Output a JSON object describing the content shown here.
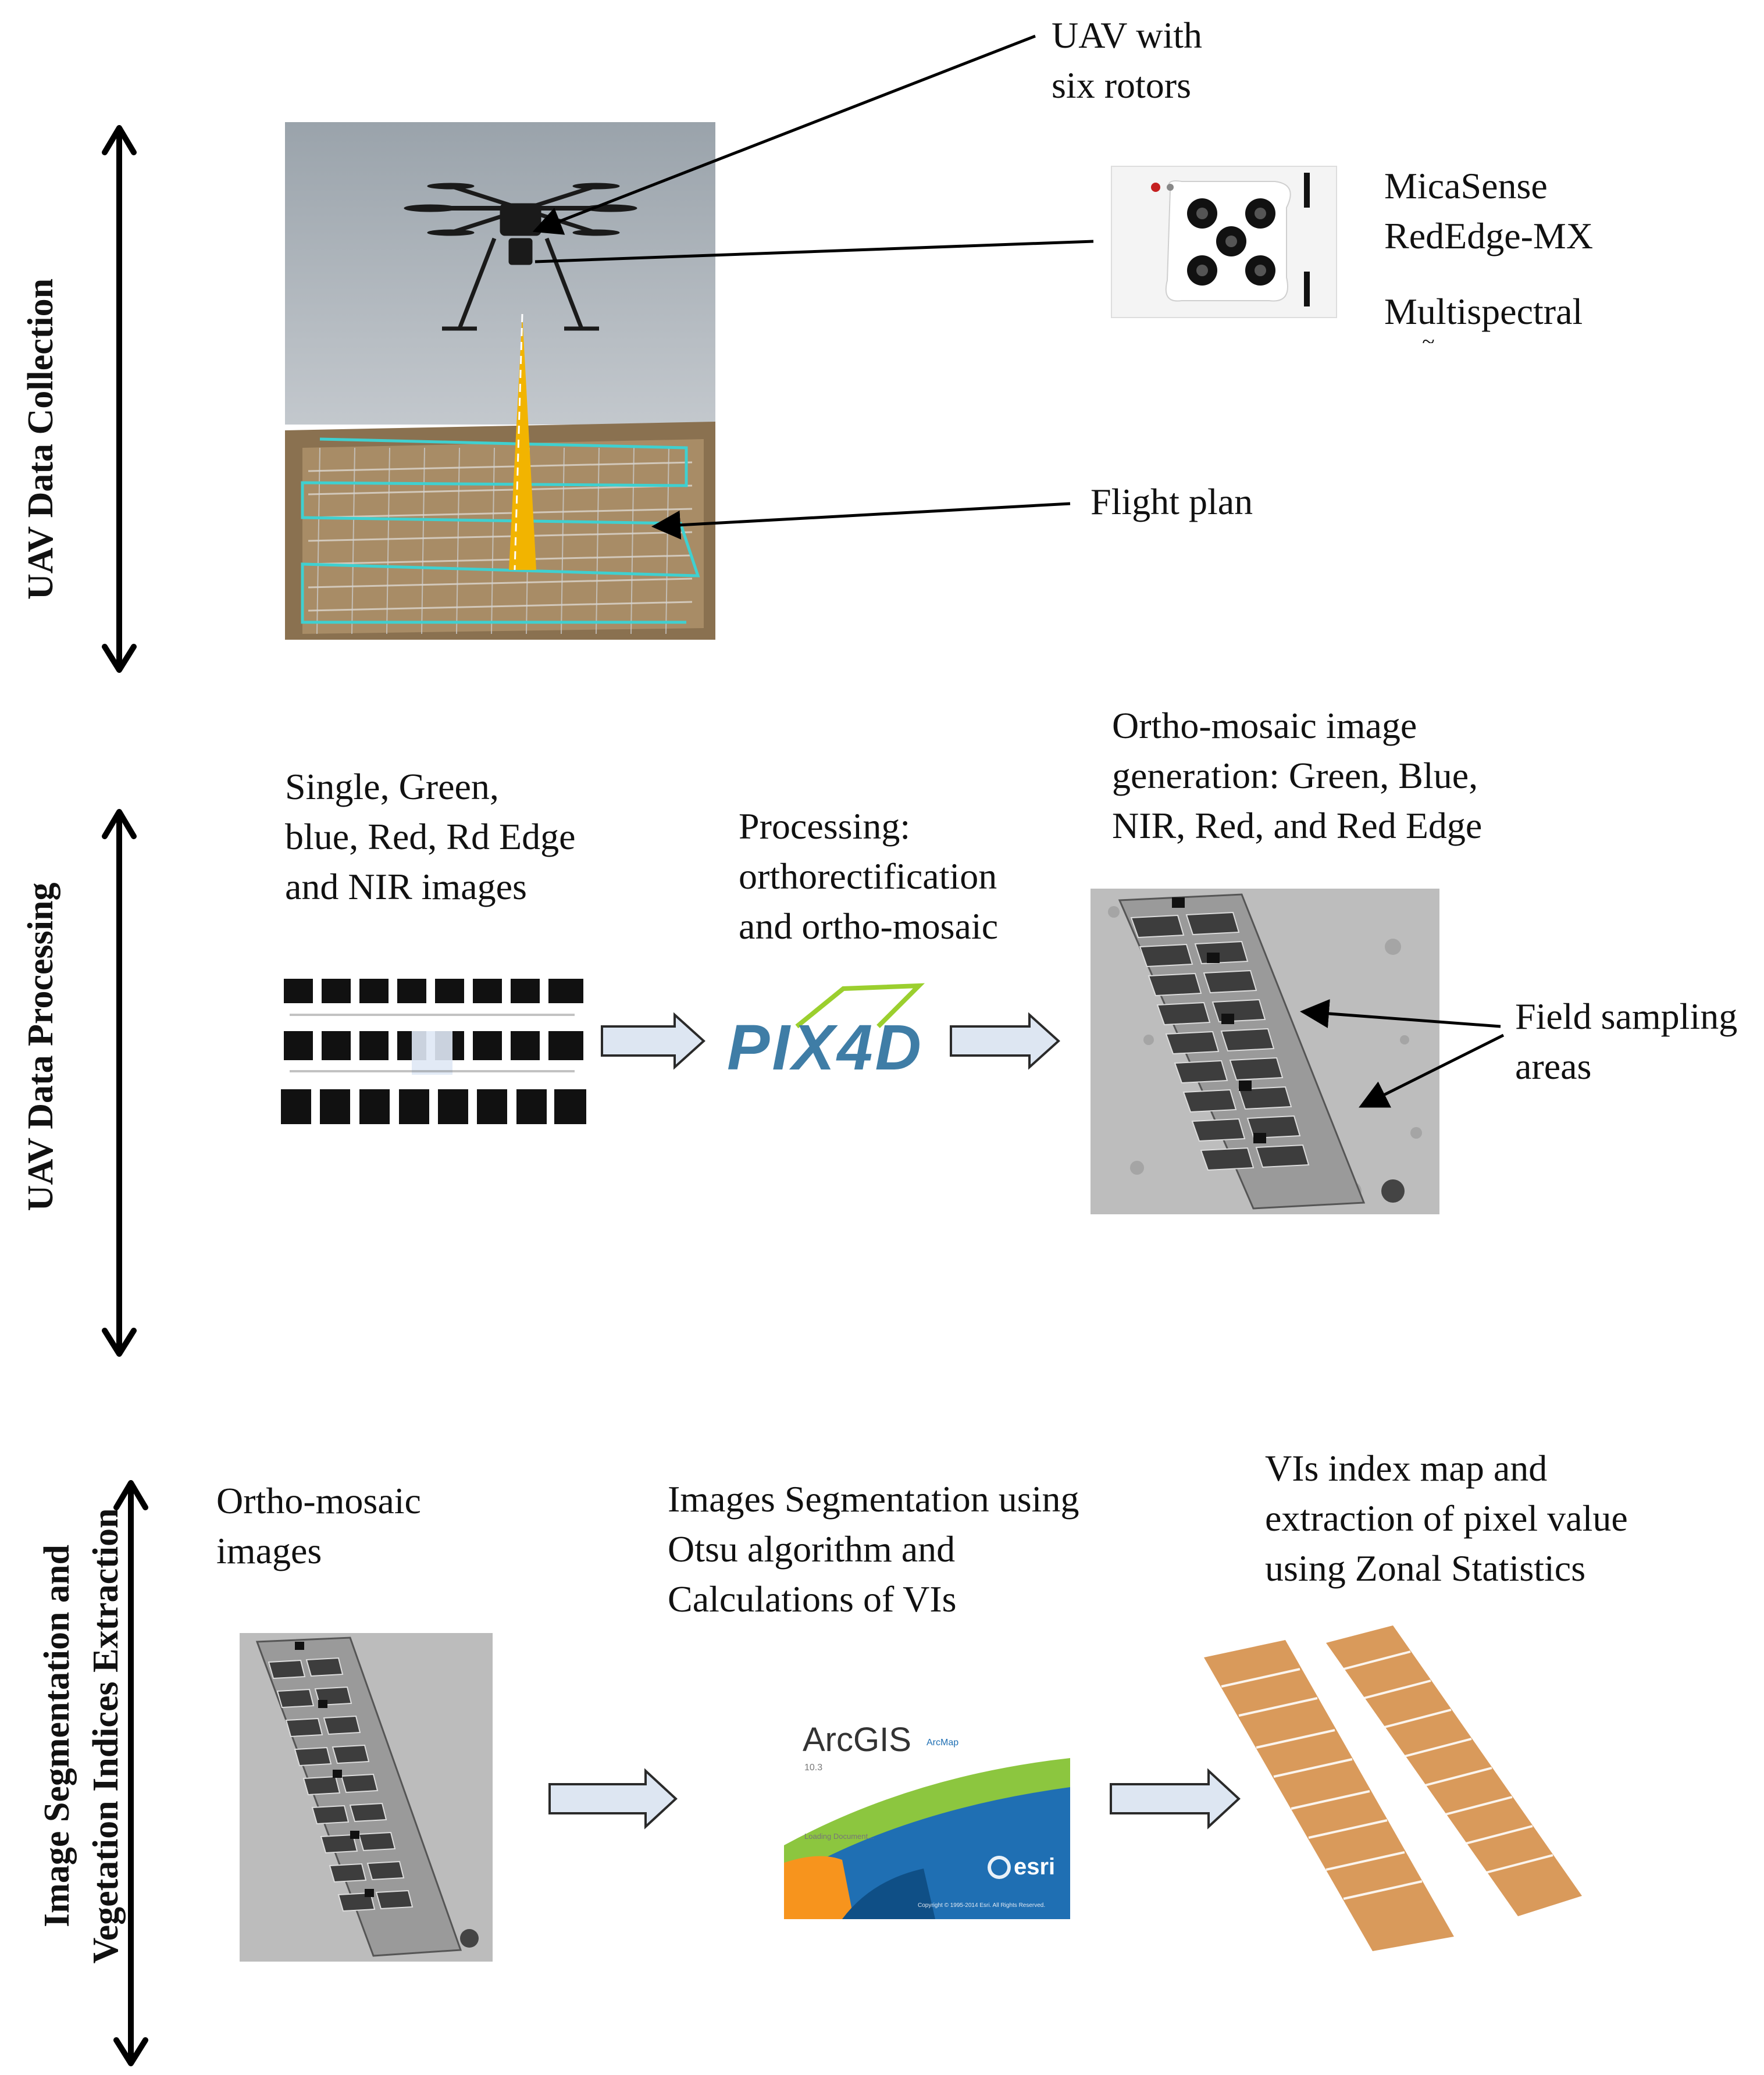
{
  "stages": [
    {
      "label_lines": [
        "UAV Data Collection"
      ]
    },
    {
      "label_lines": [
        "UAV Data Processing"
      ]
    },
    {
      "label_lines": [
        "Image Segmentation and",
        "Vegetation  Indices Extraction"
      ]
    }
  ],
  "collection": {
    "uav_lines": [
      "UAV with",
      "six rotors"
    ],
    "sensor_lines": [
      "MicaSense",
      "RedEdge-MX",
      "Multispectral"
    ],
    "sensor_cutoff": "~",
    "flight_plan": "Flight plan"
  },
  "processing": {
    "single_lines": [
      "Single, Green,",
      "blue, Red, Rd Edge",
      "and NIR images"
    ],
    "processing_lines": [
      "Processing:",
      "orthorectification",
      "and ortho-mosaic"
    ],
    "ortho_lines": [
      "Ortho-mosaic image",
      "generation: Green, Blue,",
      "NIR, Red, and Red Edge"
    ],
    "field_lines": [
      "Field sampling",
      "areas"
    ],
    "pix4d_logo": "PIX4D"
  },
  "extraction": {
    "ortho_lines": [
      "Ortho-mosaic",
      "images"
    ],
    "segmentation_lines": [
      "Images Segmentation using",
      "Otsu algorithm and",
      "Calculations of VIs"
    ],
    "vi_lines": [
      "VIs   index map and",
      "extraction of pixel value",
      "using Zonal Statistics"
    ],
    "arcgis_logo": "ArcGIS",
    "arcmap_logo": "ArcMap",
    "arcgis_version": "10.3",
    "arcgis_loading": "Loading Document...",
    "arcgis_copyright": "Copyright © 1995-2014 Esri. All Rights Reserved.",
    "esri_logo": "esri"
  },
  "colors": {
    "arrow_fill": "#dde6f2",
    "arrow_stroke": "#2a2a2a",
    "beam": "#f2b400",
    "flight_path": "#3fd0d0",
    "vi_map": "#d99a5b",
    "arcgis_green": "#8cc63f",
    "arcgis_blue": "#1f6fb3",
    "arcgis_orange": "#f7941d"
  }
}
